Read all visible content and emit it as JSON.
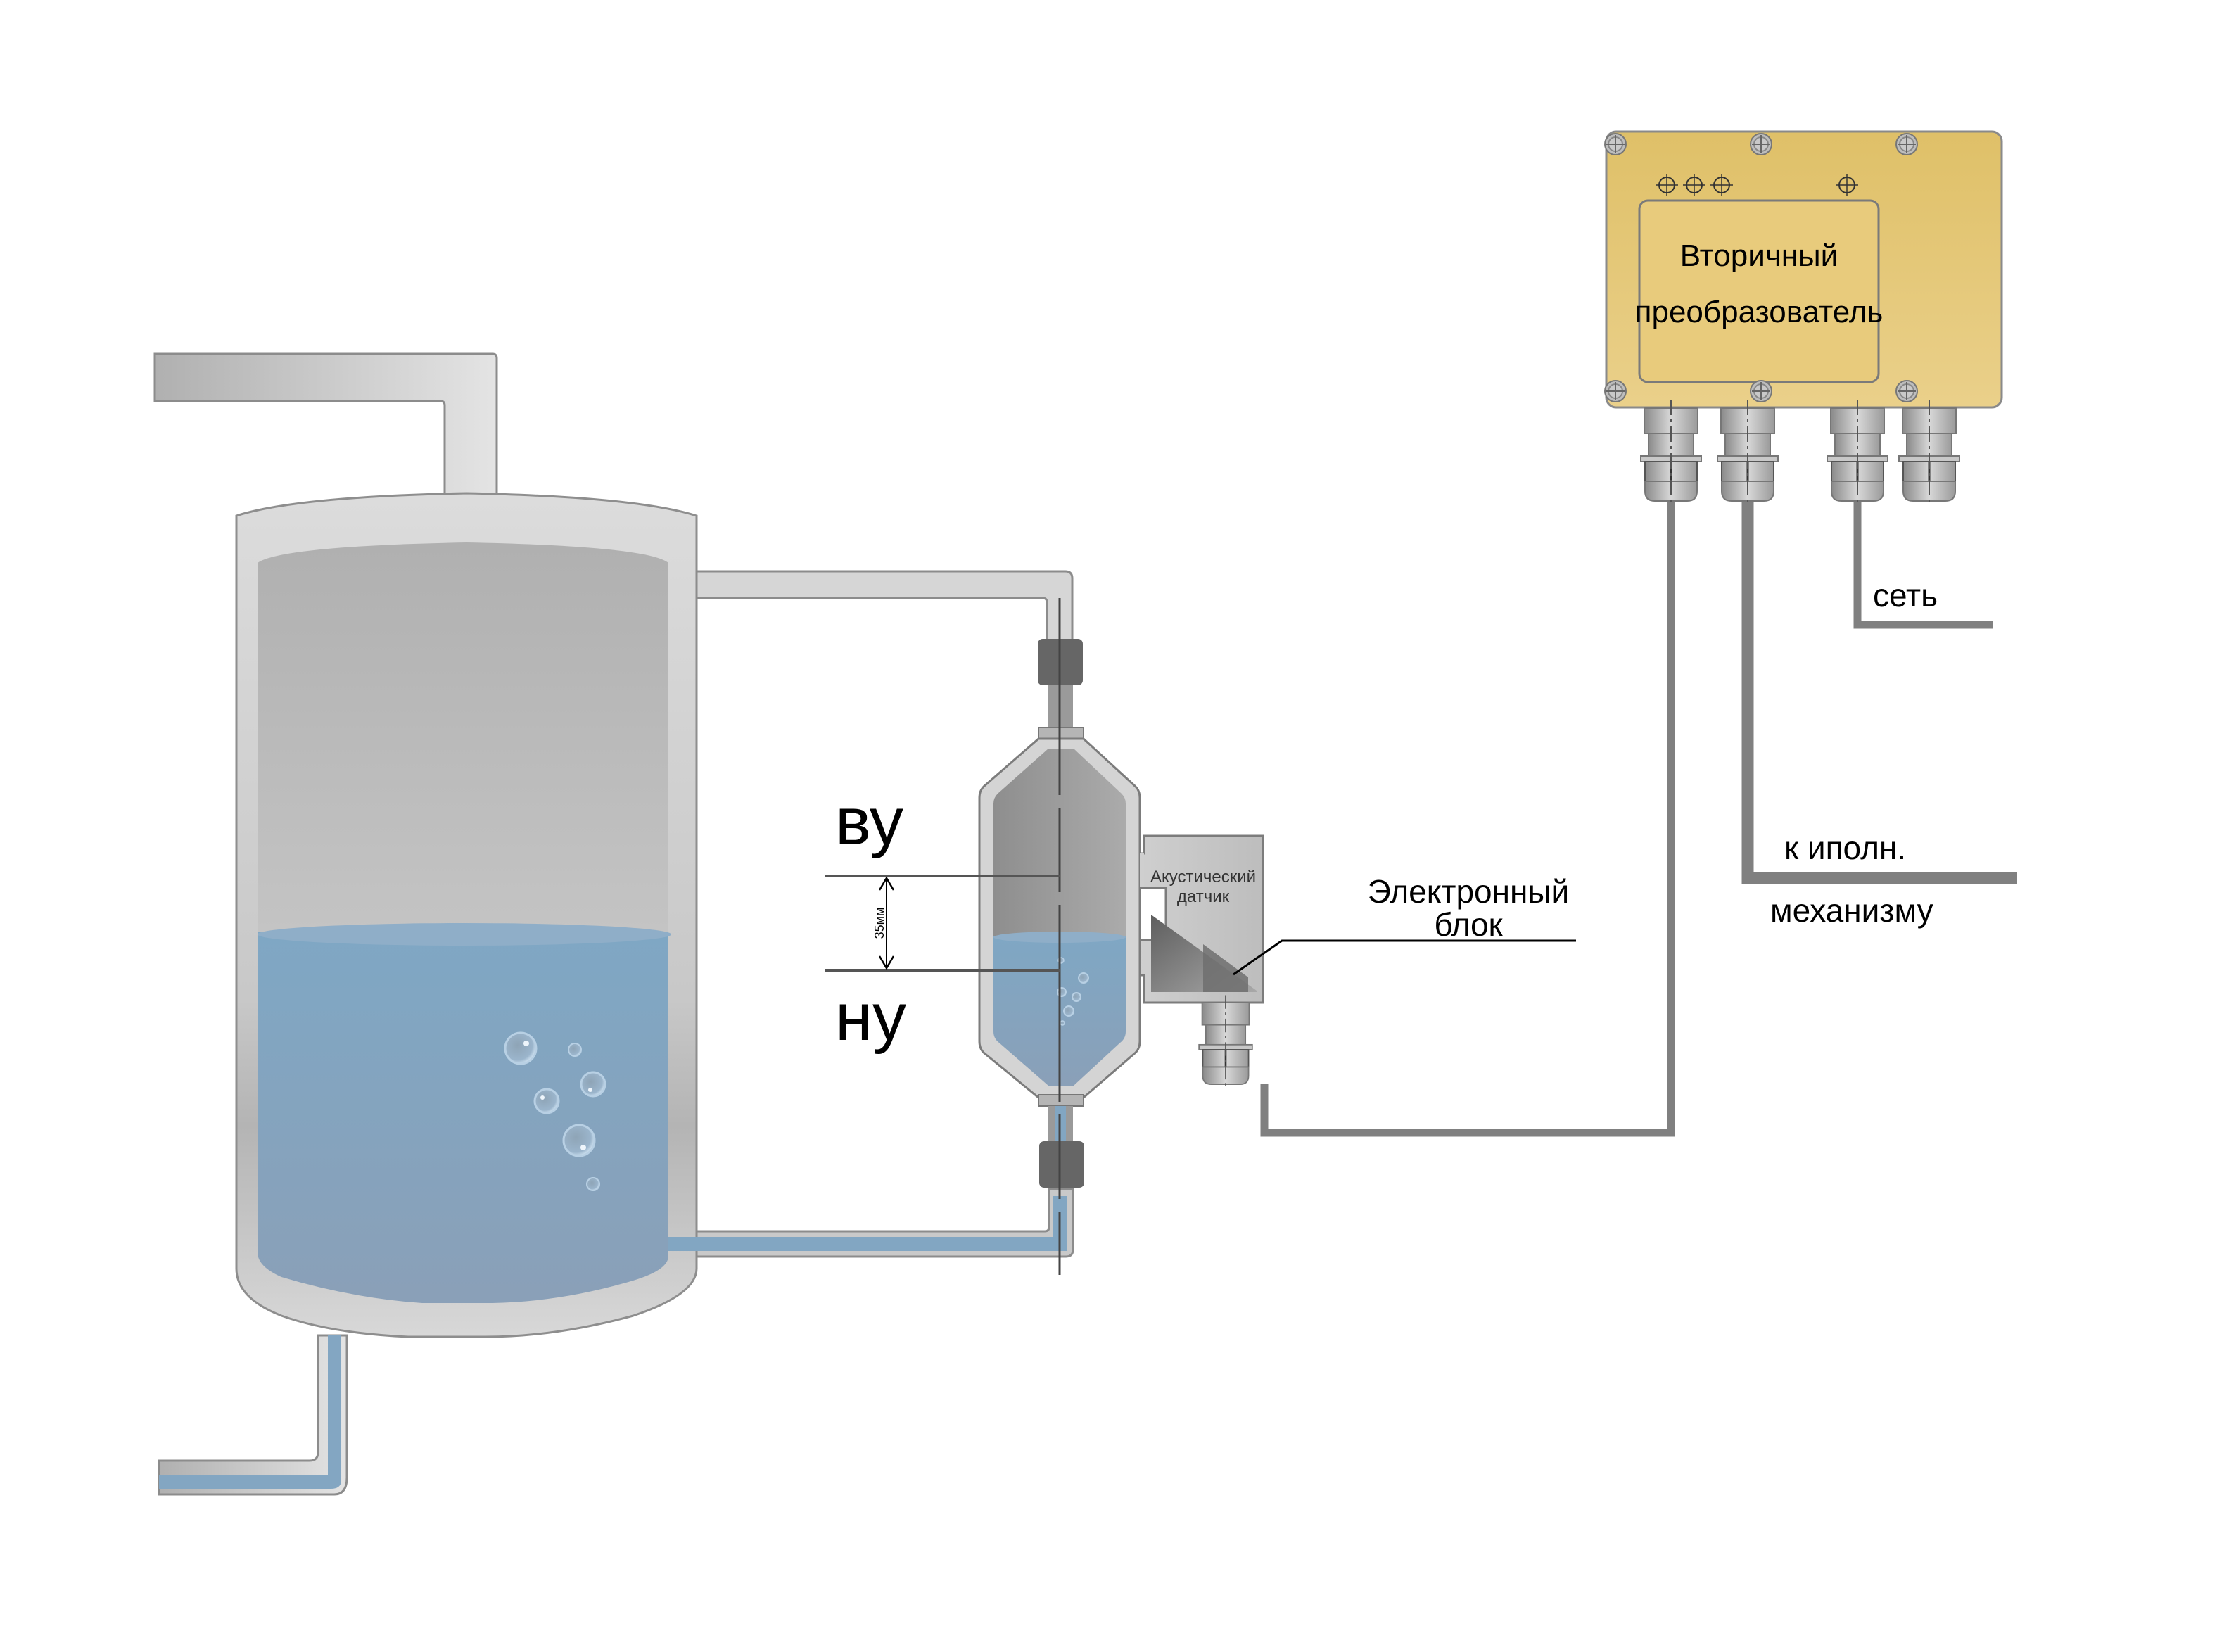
{
  "diagram": {
    "title": "Acoustic level sensor installation scheme",
    "labels": {
      "upper_level": "ву",
      "lower_level": "ну",
      "dimension": "35мм",
      "acoustic_sensor_line1": "Акустический",
      "acoustic_sensor_line2": "датчик",
      "electronic_block_line1": "Электронный",
      "electronic_block_line2": "блок",
      "secondary_converter_line1": "Вторичный",
      "secondary_converter_line2": "преобразователь",
      "network": "сеть",
      "actuator_line1": "к иполн.",
      "actuator_line2": "механизму"
    },
    "components": [
      {
        "id": "main-tank",
        "name": "Main tank",
        "contains": "liquid",
        "fill_level_fraction": 0.45
      },
      {
        "id": "sensor-chamber",
        "name": "Level sensor chamber",
        "contains": "liquid"
      },
      {
        "id": "acoustic-sensor",
        "name": "Акустический датчик"
      },
      {
        "id": "electronic-block",
        "name": "Электронный блок"
      },
      {
        "id": "secondary-converter",
        "name": "Вторичный преобразователь",
        "cable_glands": 4
      }
    ],
    "colors": {
      "liquid": "#7fa3c0",
      "tank_wall": "#d8d8d8",
      "tank_gas": "#b5b5b5",
      "cable": "#808080",
      "converter_body": "#e2c36e",
      "coupling": "#666666"
    }
  }
}
